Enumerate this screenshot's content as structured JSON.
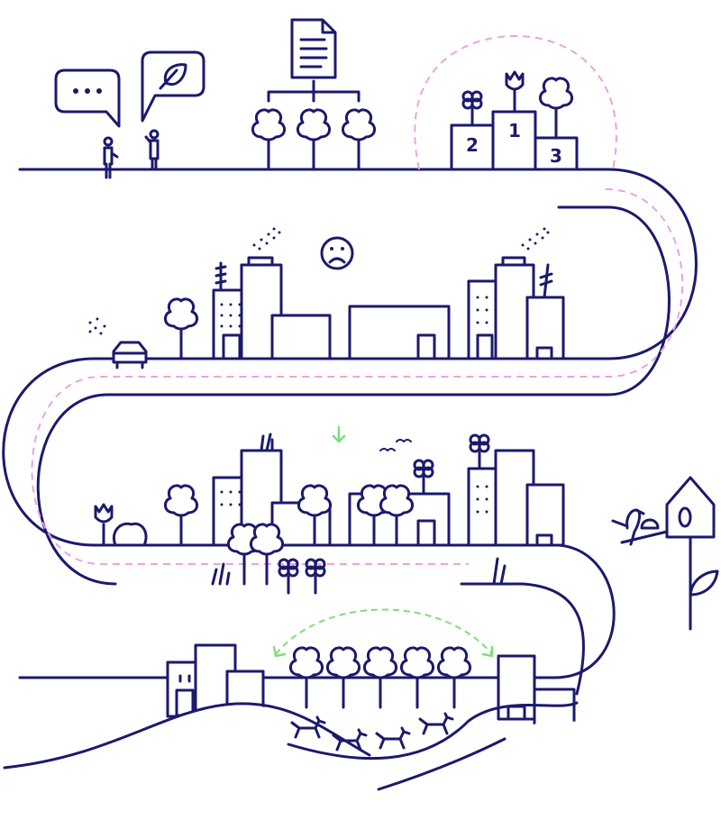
{
  "podium": {
    "first": "1",
    "second": "2",
    "third": "3"
  },
  "colors": {
    "line": "#1b1a6d",
    "route_dashed": "#e9a3e3",
    "accent_green": "#7fdc7f"
  }
}
